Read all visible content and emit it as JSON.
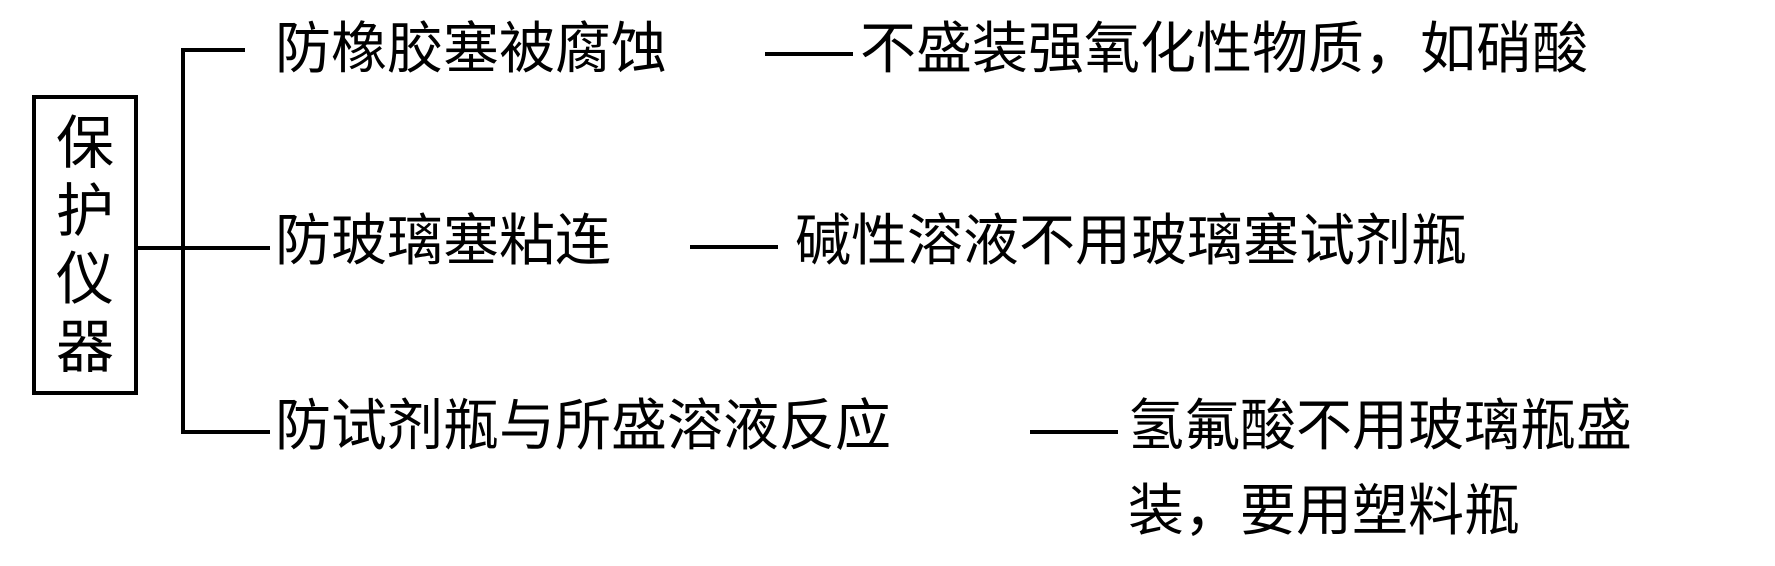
{
  "root": {
    "chars": [
      "保",
      "护",
      "仪",
      "器"
    ]
  },
  "branches": [
    {
      "left": "防橡胶塞被腐蚀",
      "right_lines": [
        "不盛装强氧化性物质，如硝酸"
      ]
    },
    {
      "left": "防玻璃塞粘连",
      "right_lines": [
        "碱性溶液不用玻璃塞试剂瓶"
      ]
    },
    {
      "left": "防试剂瓶与所盛溶液反应",
      "right_lines": [
        "氢氟酸不用玻璃瓶盛",
        "装，要用塑料瓶"
      ]
    }
  ]
}
